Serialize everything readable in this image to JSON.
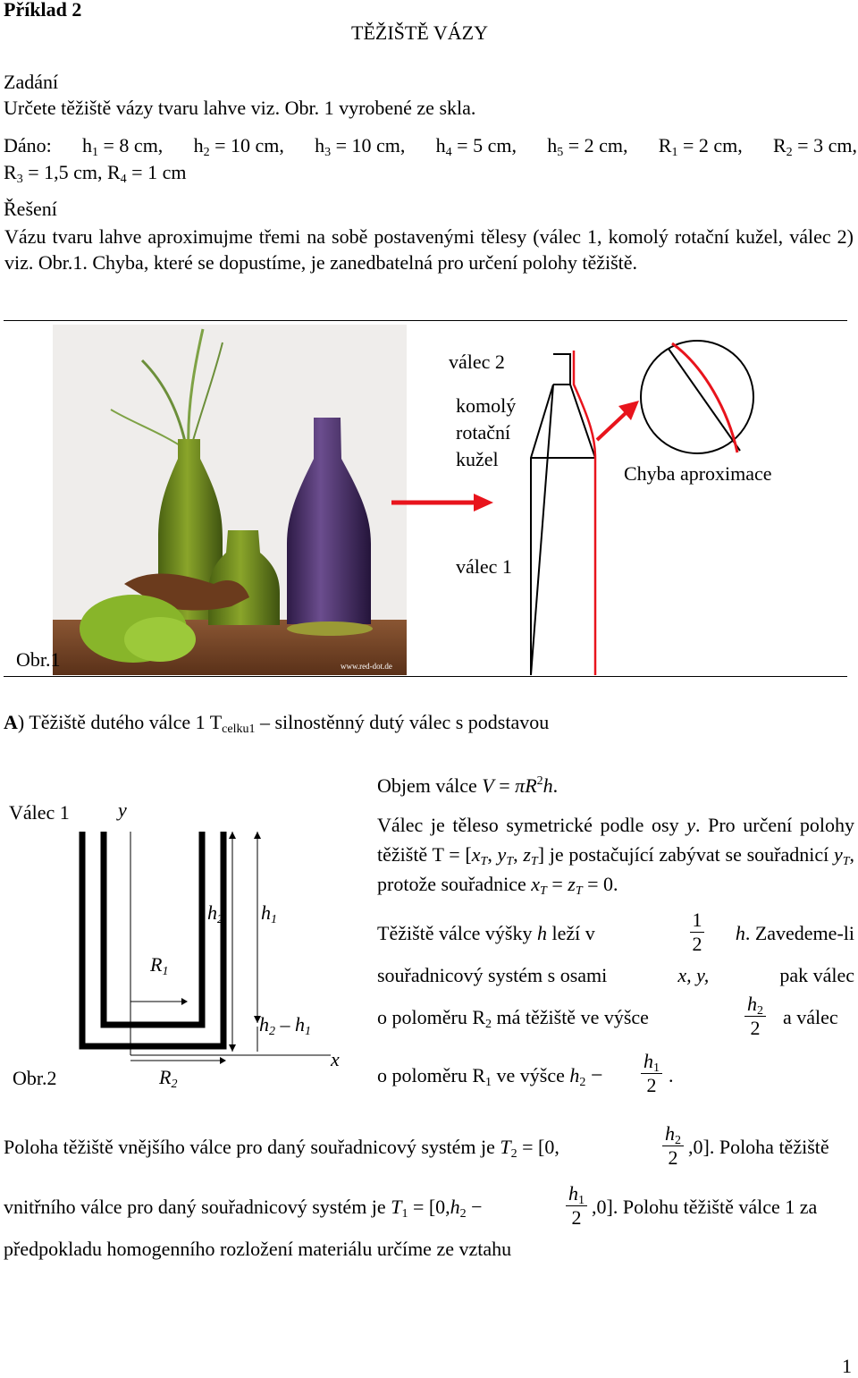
{
  "header": {
    "example": "Příklad 2",
    "title": "TĚŽIŠTĚ VÁZY"
  },
  "zadani": {
    "heading": "Zadání",
    "text": "Určete těžiště vázy tvaru lahve viz. Obr. 1 vyrobené ze skla."
  },
  "dano": {
    "label": "Dáno:",
    "line1": [
      {
        "sym": "h",
        "idx": "1",
        "rest": " = 8 cm,"
      },
      {
        "sym": "h",
        "idx": "2",
        "rest": " = 10 cm,"
      },
      {
        "sym": "h",
        "idx": "3",
        "rest": " = 10 cm,"
      },
      {
        "sym": "h",
        "idx": "4",
        "rest": " = 5 cm,"
      },
      {
        "sym": "h",
        "idx": "5",
        "rest": " = 2 cm,"
      },
      {
        "sym": "R",
        "idx": "1",
        "rest": " = 2 cm,"
      },
      {
        "sym": "R",
        "idx": "2",
        "rest": " = 3 cm,"
      }
    ],
    "line2": [
      {
        "sym": "R",
        "idx": "3",
        "rest": " = 1,5 cm,"
      },
      {
        "sym": "R",
        "idx": "4",
        "rest": " = 1 cm"
      }
    ]
  },
  "reseni": {
    "heading": "Řešení",
    "text": "Vázu tvaru lahve aproximujme třemi na sobě postavenými tělesy (válec 1, komolý rotační kužel, válec 2) viz. Obr.1. Chyba, které se dopustíme, je zanedbatelná pro určení polohy těžiště."
  },
  "figure1": {
    "label_valec2": "válec 2",
    "label_kuzel": [
      "komolý",
      "rotační",
      "kužel"
    ],
    "label_chyba": "Chyba aproximace",
    "label_valec1": "válec 1",
    "caption": "Obr.1",
    "watermark": "www.red-dot.de",
    "colors": {
      "arrow": "#e8141c",
      "bottle_green": "#6f8a1e",
      "bottle_purple": "#4a2f66",
      "table": "#7a4a2c",
      "wall": "#ece9e6"
    }
  },
  "sectionA": {
    "letter": "A",
    "text_before": ") Těžiště dutého válce 1 T",
    "sub": "celku1",
    "text_after": " – silnostěnný dutý válec s podstavou"
  },
  "figure2": {
    "title": "Válec 1",
    "caption": "Obr.2",
    "y": "y",
    "x": "x",
    "R": "R",
    "h": "h",
    "i1": "1",
    "i2": "2",
    "minus": "–"
  },
  "right": {
    "objem_label": "Objem válce ",
    "V": "V",
    "eq": " = ",
    "pi": "π",
    "R": "R",
    "sq": "2",
    "h": "h",
    "dot": ".",
    "p2_a": "Válec je těleso symetrické podle osy ",
    "p2_y": "y",
    "p2_b": ". Pro určení polohy těžiště T = [",
    "xT": "x",
    "yT": "y",
    "zT": "z",
    "T": "T",
    "p2_c": "] je postačující zabývat se souřadnicí ",
    "p2_d": ", protože souřadnice ",
    "p2_e": " = 0.",
    "t1_a": "Těžiště válce výšky ",
    "t1_b": " leží v",
    "t1_c": ". Zavedeme-li",
    "t2": "souřadnicový systém s osami ",
    "t2_xy": "x, y,",
    "t2_c": " pak válec",
    "t3_a": "o poloměru R",
    "t3_b": " má těžiště ve výšce",
    "t3_c": "a válec",
    "t4_a": "o poloměru R",
    "t4_b": " ve výšce ",
    "one": "1",
    "two": "2",
    "comma": ","
  },
  "bottom": {
    "l1_a": "Poloha těžiště vnějšího válce pro daný souřadnicový systém je ",
    "l1_T": "T",
    "l1_i": "2",
    "l1_eq": " = [0,",
    "l1_end": ",0]",
    "l1_b": ". Poloha těžiště",
    "l2_a": "vnitřního válce pro daný souřadnicový systém je ",
    "l2_T": "T",
    "l2_i": "1",
    "l2_eq": " = [0,",
    "l2_end": ",0]",
    "l2_b": ". Polohu těžiště válce 1 za",
    "l3": "předpokladu homogenního rozložení materiálu určíme ze vztahu"
  },
  "page_number": "1"
}
